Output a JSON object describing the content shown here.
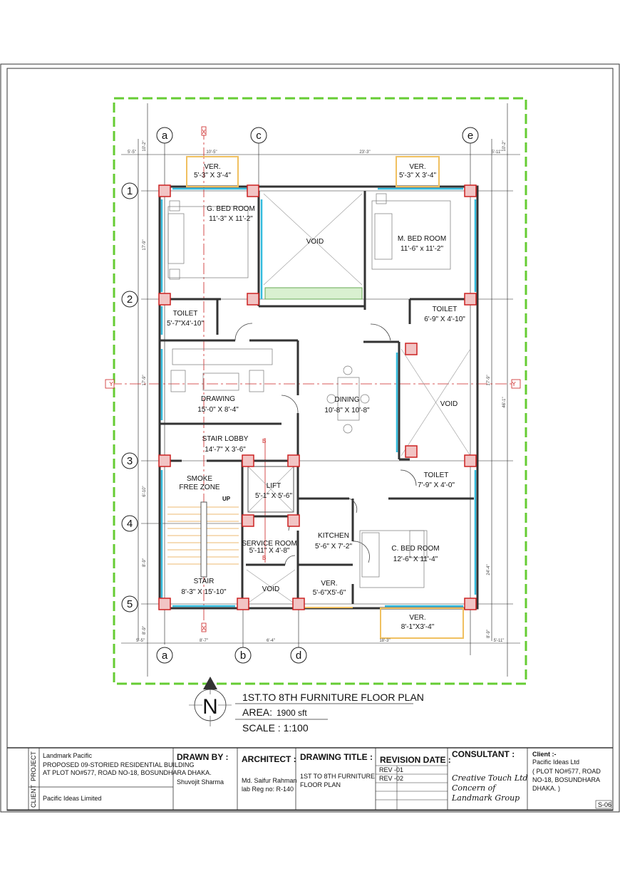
{
  "rooms": [
    {
      "id": "ver-top-left",
      "name": "VER.",
      "size": "5'-3\" X 3'-4\""
    },
    {
      "id": "ver-top-right",
      "name": "VER.",
      "size": "5'-3\" X 3'-4\""
    },
    {
      "id": "g-bed",
      "name": "G. BED ROOM",
      "size": "11'-3\" X 11'-2\""
    },
    {
      "id": "m-bed",
      "name": "M. BED ROOM",
      "size": "11'-6\" x 11'-2\""
    },
    {
      "id": "void-top",
      "name": "VOID",
      "size": ""
    },
    {
      "id": "toilet-left",
      "name": "TOILET",
      "size": "5'-7\"X4'-10\""
    },
    {
      "id": "toilet-right",
      "name": "TOILET",
      "size": "6'-9\" X 4'-10\""
    },
    {
      "id": "drawing",
      "name": "DRAWING",
      "size": "15'-0\" X 8'-4\""
    },
    {
      "id": "dining",
      "name": "DINING",
      "size": "10'-8\" X 10'-8\""
    },
    {
      "id": "void-right",
      "name": "VOID",
      "size": ""
    },
    {
      "id": "stair-lobby",
      "name": "STAIR LOBBY",
      "size": "14'-7\" X 3'-6\""
    },
    {
      "id": "smoke",
      "name": "SMOKE",
      "size": "FREE ZONE"
    },
    {
      "id": "lift",
      "name": "LIFT",
      "size": "5'-1\" X 5'-6\""
    },
    {
      "id": "toilet-c",
      "name": "TOILET",
      "size": "7'-9\" X 4'-0\""
    },
    {
      "id": "kitchen",
      "name": "KITCHEN",
      "size": "5'-6\" X 7'-2\""
    },
    {
      "id": "service",
      "name": "SERVICE ROOM",
      "size": "5'-11\" X 4'-8\""
    },
    {
      "id": "c-bed",
      "name": "C. BED ROOM",
      "size": "12'-6\" X 11'-4\""
    },
    {
      "id": "stair",
      "name": "STAIR",
      "size": "8'-3\" X 15'-10\""
    },
    {
      "id": "void-bottom",
      "name": "VOID",
      "size": ""
    },
    {
      "id": "ver-kitchen",
      "name": "VER.",
      "size": "5'-6\"X5'-6\""
    },
    {
      "id": "ver-bottom",
      "name": "VER.",
      "size": "8'-1\"X3'-4\""
    }
  ],
  "grid": {
    "columns": [
      "a",
      "c",
      "e",
      "a",
      "b",
      "d"
    ],
    "rows": [
      "1",
      "2",
      "3",
      "4",
      "5"
    ],
    "section_marks": [
      "X",
      "X",
      "Y",
      "Y",
      "B",
      "B"
    ],
    "up_label": "UP"
  },
  "dimensions": {
    "top": [
      "5'-5\"",
      "10'-5\"",
      "23'-3\"",
      "5'-11\""
    ],
    "bottom": [
      "5'-5\"",
      "8'-7\"",
      "6'-4\"",
      "18'-3\"",
      "5'-11\""
    ],
    "left": [
      "10'-2\"",
      "17'-9\"",
      "17'-9\"",
      "6'-10\"",
      "8'-9\"",
      "8'-9\""
    ],
    "right": [
      "10'-2\"",
      "17'-9\"",
      "24'-4\"",
      "8'-9\""
    ],
    "right_total": "46'-1\""
  },
  "north": "N",
  "plan_info": {
    "title": "1ST.TO 8TH FURNITURE FLOOR PLAN",
    "area_label": "AREA:",
    "area_value": "1900 sft",
    "scale": "SCALE : 1:100"
  },
  "title_block": {
    "project_tag": "PROJECT",
    "client_tag": "CLIENT",
    "project_name": "Landmark Pacific",
    "project_line1": "PROPOSED 09-STORIED RESIDENTIAL BUILDING",
    "project_line2": "AT PLOT NO#577, ROAD NO-18, BOSUNDHARA DHAKA.",
    "client_name": "Pacific Ideas Limited",
    "drawn_by_label": "DRAWN BY :",
    "drawn_by": "Shuvojit Sharma",
    "architect_label": "ARCHITECT :",
    "architect_name": "Md. Saifur Rahman",
    "architect_reg": "lab Reg no: R-140",
    "drawing_title_label": "DRAWING TITLE :",
    "drawing_title_1": "1ST TO 8TH  FURNITURE",
    "drawing_title_2": " FLOOR  PLAN",
    "revision_label": "REVISION DATE :",
    "rev1": "REV -01",
    "rev2": "REV -02",
    "consultant_label": "CONSULTANT :",
    "consultant_1": "Creative Touch Ltd",
    "consultant_2": "Concern of",
    "consultant_3": "Landmark Group",
    "client_label": "Client :-",
    "client_1": "Pacific Ideas Ltd",
    "client_2": "( PLOT NO#577, ROAD",
    "client_3": "NO-18, BOSUNDHARA",
    "client_4": "DHAKA. )",
    "sheet": "S-06"
  },
  "colors": {
    "site_boundary": "#66cc33",
    "window": "#33bbdd",
    "column_fill": "#f2c4c4",
    "column_stroke": "#cc2222",
    "section_line": "#cc2222",
    "verandah": "#f0c060"
  }
}
